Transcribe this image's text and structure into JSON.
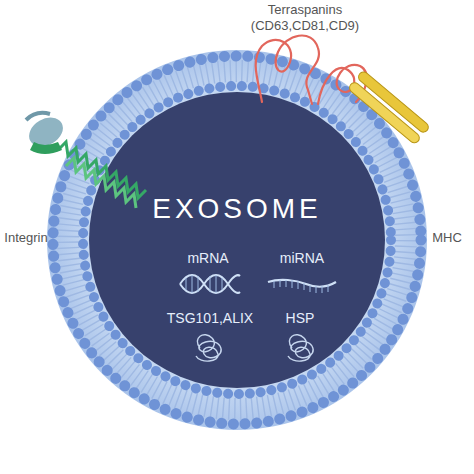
{
  "diagram": {
    "nodes": [
      {
        "text": [
          "EXOSOME",
          "mRNA",
          "miRNA",
          "TSG101,ALIX",
          "HSP"
        ]
      }
    ],
    "labels": [
      "Terraspanins (CD63,CD81,CD9)",
      "Integrin",
      "MHC"
    ]
  }
}
